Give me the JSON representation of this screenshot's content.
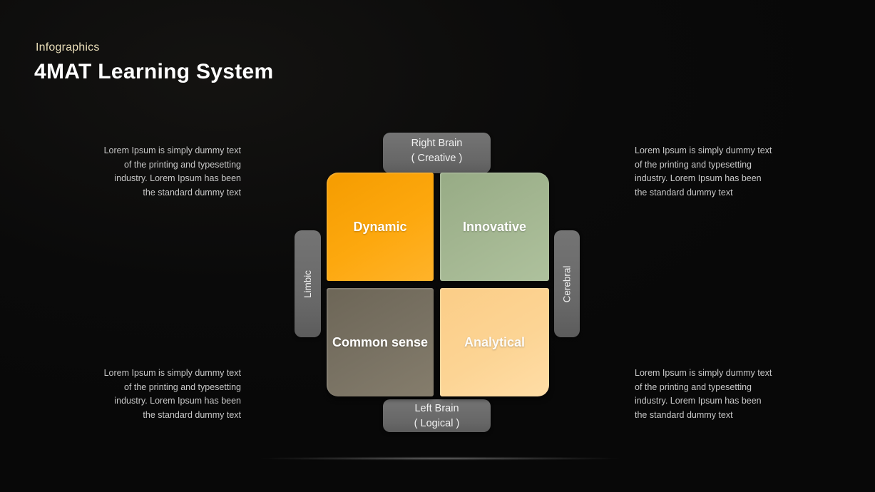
{
  "colors": {
    "background": "#0a0a0a",
    "eyebrow_text": "#ebdfba",
    "title_text": "#ffffff",
    "body_text": "#c8c8c8",
    "tab_gray": "#6d6d6d",
    "quadrant_dynamic": "#fca402",
    "quadrant_innovative": "#a4b792",
    "quadrant_common_sense": "#797263",
    "quadrant_analytical": "#fcd494"
  },
  "header": {
    "eyebrow": "Infographics",
    "title": "4MAT Learning System"
  },
  "lorem": {
    "lines": [
      "Lorem Ipsum is simply dummy text",
      "of the printing and typesetting",
      "industry. Lorem Ipsum has been",
      "the standard dummy text"
    ]
  },
  "matrix": {
    "quadrants": [
      {
        "id": "dynamic",
        "label": "Dynamic",
        "color": "#fca402"
      },
      {
        "id": "innovative",
        "label": "Innovative",
        "color": "#a4b792"
      },
      {
        "id": "common-sense",
        "label": "Common sense",
        "color": "#797263"
      },
      {
        "id": "analytical",
        "label": "Analytical",
        "color": "#fcd494"
      }
    ],
    "axis": {
      "top": {
        "line1": "Right Brain",
        "line2": "( Creative )"
      },
      "bottom": {
        "line1": "Left Brain",
        "line2": "( Logical )"
      },
      "left": {
        "label": "Limbic"
      },
      "right": {
        "label": "Cerebral"
      }
    }
  }
}
